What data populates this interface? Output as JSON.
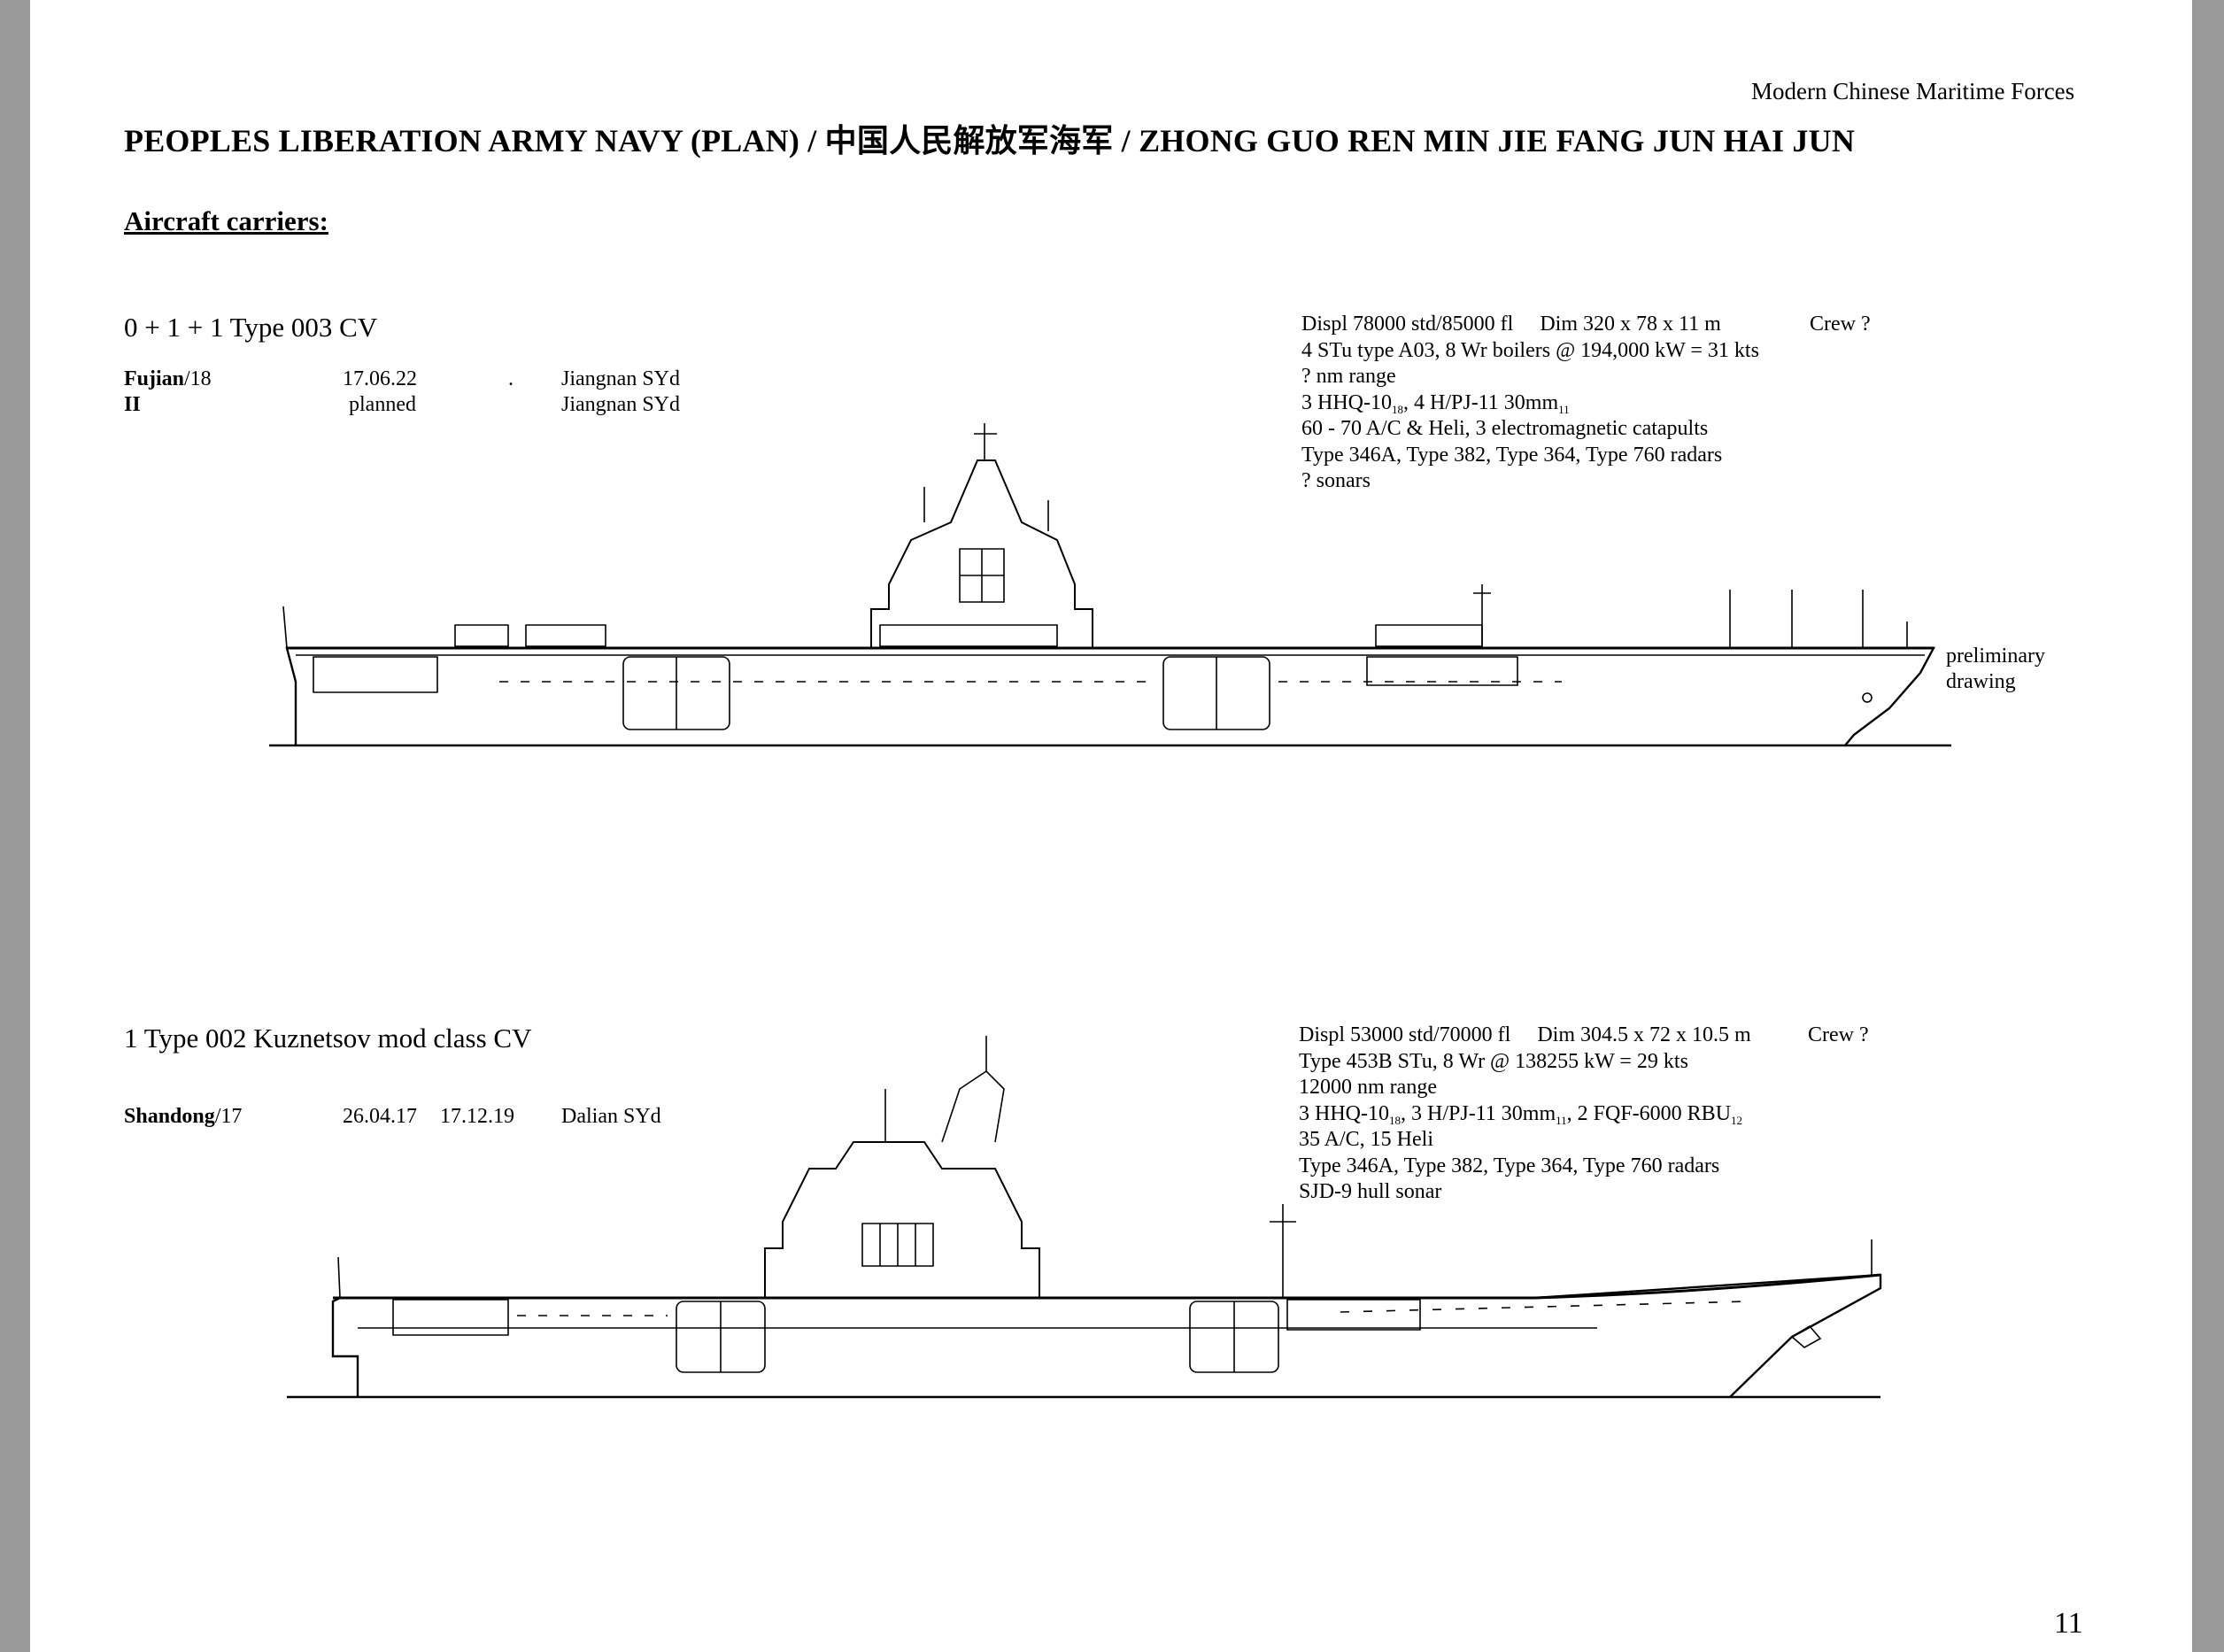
{
  "header": {
    "running_title": "Modern Chinese Maritime Forces",
    "page_title": "PEOPLES LIBERATION ARMY NAVY (PLAN) / 中国人民解放军海军 / ZHONG GUO REN MIN JIE FANG JUN HAI JUN",
    "page_number": "11"
  },
  "section": {
    "heading": "Aircraft carriers:"
  },
  "classes": [
    {
      "name": "0 + 1 + 1 Type 003 CV",
      "ships": [
        {
          "name": "Fujian",
          "suffix": "/18",
          "date1": "17.06.22",
          "mark": ".",
          "date2": "",
          "yard": "Jiangnan SYd"
        },
        {
          "name": "II",
          "suffix": "",
          "date1": "planned",
          "mark": "",
          "date2": "",
          "yard": "Jiangnan SYd"
        }
      ],
      "specs": {
        "displacement": "Displ 78000 std/85000 fl",
        "dimensions": "Dim 320 x 78 x 11 m",
        "crew": "Crew ?",
        "propulsion": "4 STu type A03, 8 Wr boilers @ 194,000 kW = 31 kts",
        "range": "? nm range",
        "arm_a": "3 HHQ-10",
        "arm_a_sub": "18",
        "arm_b": ", 4 H/PJ-11 30mm",
        "arm_b_sub": "11",
        "aircraft": "60 - 70 A/C & Heli, 3 electromagnetic catapults",
        "radars": "Type 346A, Type 382, Type 364, Type 760 radars",
        "sonar": "? sonars"
      },
      "drawing_note": {
        "line1": "preliminary",
        "line2": "drawing"
      }
    },
    {
      "name": "1 Type 002 Kuznetsov mod class CV",
      "ships": [
        {
          "name": "Shandong",
          "suffix": "/17",
          "date1": "26.04.17",
          "mark": "",
          "date2": "17.12.19",
          "yard": "Dalian SYd"
        }
      ],
      "specs": {
        "displacement": "Displ 53000 std/70000 fl",
        "dimensions": "Dim 304.5 x 72 x 10.5 m",
        "crew": "Crew ?",
        "propulsion": "Type 453B STu, 8 Wr @ 138255 kW = 29 kts",
        "range": "12000 nm range",
        "arm_a": "3 HHQ-10",
        "arm_a_sub": "18",
        "arm_b": ", 3 H/PJ-11 30mm",
        "arm_b_sub": "11",
        "arm_c": ", 2 FQF-6000 RBU",
        "arm_c_sub": "12",
        "aircraft": "35 A/C, 15 Heli",
        "radars": "Type 346A, Type 382, Type 364, Type 760 radars",
        "sonar": "SJD-9 hull sonar"
      }
    }
  ]
}
